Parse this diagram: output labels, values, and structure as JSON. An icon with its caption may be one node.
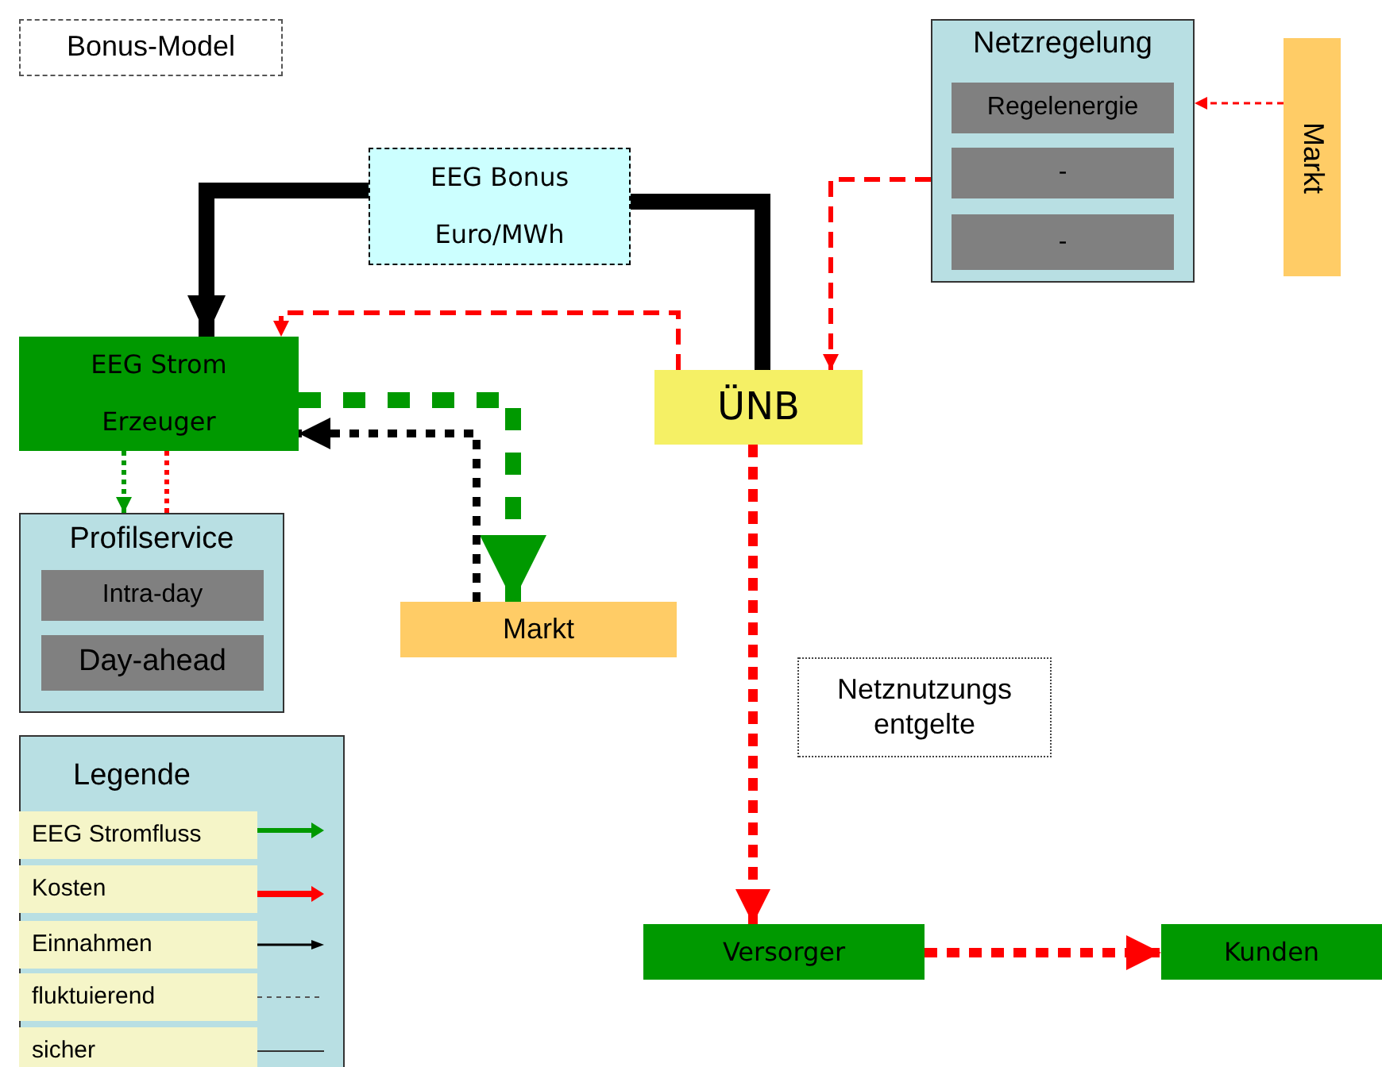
{
  "diagram": {
    "nodes": [
      {
        "text": [
          "Bonus-Model"
        ]
      },
      {
        "text": [
          "EEG Bonus",
          "Euro/MWh"
        ]
      },
      {
        "text": [
          "Netzregelung"
        ]
      },
      {
        "text": [
          "Regelenergie"
        ],
        "in": 2
      },
      {
        "text": [
          "-"
        ],
        "in": 2
      },
      {
        "text": [
          "-"
        ],
        "in": 2
      },
      {
        "text": [
          "Markt"
        ]
      },
      {
        "text": [
          "EEG Strom",
          "Erzeuger"
        ]
      },
      {
        "text": [
          "ÜNB"
        ]
      },
      {
        "text": [
          "Profilservice"
        ]
      },
      {
        "text": [
          "Intra-day"
        ],
        "in": 9
      },
      {
        "text": [
          "Day-ahead"
        ],
        "in": 9
      },
      {
        "text": [
          "Markt"
        ]
      },
      {
        "text": [
          "Netznutzungs entgelte"
        ]
      },
      {
        "text": [
          "Versorger"
        ]
      },
      {
        "text": [
          "Kunden"
        ]
      }
    ],
    "edges": [
      {
        "from": 1,
        "to": 7,
        "arrow": "to",
        "style": "thick",
        "color": "#000000"
      },
      {
        "from": 8,
        "to": 1,
        "arrow": "none",
        "style": "thick",
        "color": "#000000"
      },
      {
        "from": 8,
        "to": 7,
        "arrow": "to",
        "style": "dashed"
      },
      {
        "from": 2,
        "to": 8,
        "arrow": "to",
        "style": "dashed"
      },
      {
        "from": 6,
        "to": 2,
        "arrow": "to",
        "style": "dashed"
      },
      {
        "from": 7,
        "to": 12,
        "arrow": "to",
        "style": "dashed",
        "color": "#009900"
      },
      {
        "from": 12,
        "to": 7,
        "arrow": "to",
        "style": "dashed",
        "color": "#000000"
      },
      {
        "from": 7,
        "to": 9,
        "arrow": "to",
        "style": "dashed",
        "color": "#009900"
      },
      {
        "from": 7,
        "to": 9,
        "arrow": "none",
        "style": "dashed"
      },
      {
        "from": 8,
        "to": 14,
        "arrow": "to",
        "style": "dashed"
      },
      {
        "from": 14,
        "to": 15,
        "arrow": "to",
        "style": "dashed"
      }
    ],
    "labels": [
      "Legende"
    ],
    "legend": [
      {
        "text": "EEG Stromfluss"
      },
      {
        "text": "Kosten"
      },
      {
        "text": "Einnahmen"
      },
      {
        "text": "fluktuierend"
      },
      {
        "text": "sicher"
      }
    ]
  }
}
